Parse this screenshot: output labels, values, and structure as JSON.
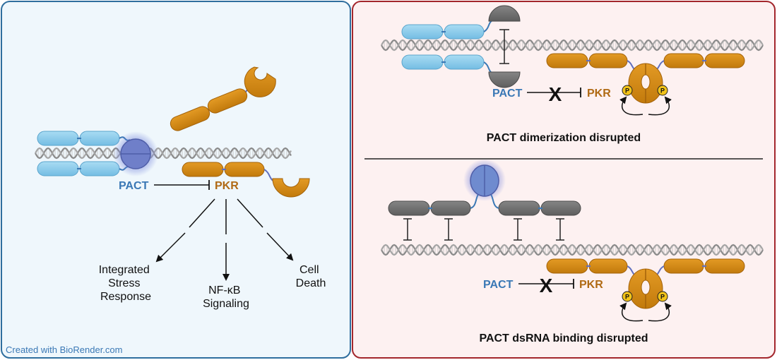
{
  "left_panel": {
    "pact_label": "PACT",
    "pkr_label": "PKR",
    "outcomes": [
      {
        "line1": "Integrated",
        "line2": "Stress",
        "line3": "Response"
      },
      {
        "line1": "NF-κB",
        "line2": "Signaling"
      },
      {
        "line1": "Cell",
        "line2": "Death"
      }
    ],
    "credit": "Created with BioRender.com"
  },
  "right_top": {
    "pact_label": "PACT",
    "pkr_label": "PKR",
    "block_mark": "X",
    "phospho_label": "P",
    "caption": "PACT dimerization disrupted"
  },
  "right_bottom": {
    "pact_label": "PACT",
    "pkr_label": "PKR",
    "block_mark": "X",
    "phospho_label": "P",
    "caption": "PACT dsRNA binding disrupted"
  },
  "colors": {
    "left_panel_bg": "#eff7fc",
    "left_panel_border": "#2f6e9e",
    "right_panel_bg": "#fdf1f1",
    "right_panel_border": "#a3262c",
    "pact": "#8fd0ee",
    "pkr": "#d68a13",
    "mutant": "#6f6f6f",
    "phospho": "#f2c318"
  }
}
